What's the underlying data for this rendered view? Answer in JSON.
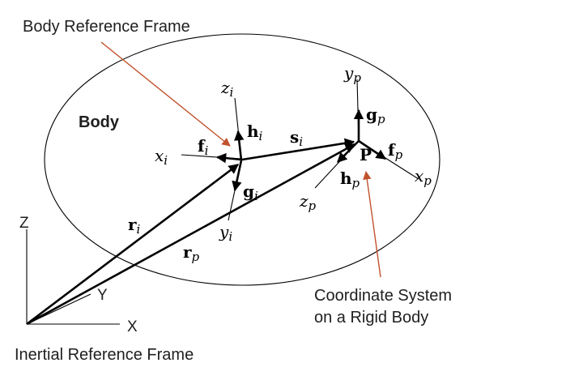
{
  "annotations": {
    "body_reference_frame": "Body Reference Frame",
    "body": "Body",
    "coordinate_system_line1": "Coordinate System",
    "coordinate_system_line2": "on a Rigid Body",
    "inertial_reference_frame": "Inertial Reference Frame"
  },
  "inertial_frame": {
    "z": "Z",
    "y": "Y",
    "x": "X"
  },
  "body_frame_i": {
    "z_axis": {
      "main": "z",
      "sub": "i"
    },
    "x_axis": {
      "main": "x",
      "sub": "i"
    },
    "y_axis": {
      "main": "y",
      "sub": "i"
    },
    "h_vector": {
      "main": "h",
      "sub": "i"
    },
    "f_vector": {
      "main": "f",
      "sub": "i"
    },
    "g_vector": {
      "main": "g",
      "sub": "i"
    }
  },
  "point_frame_p": {
    "point": "P",
    "y_axis": {
      "main": "y",
      "sub": "p"
    },
    "x_axis": {
      "main": "x",
      "sub": "p"
    },
    "z_axis": {
      "main": "z",
      "sub": "p"
    },
    "g_vector": {
      "main": "g",
      "sub": "p"
    },
    "f_vector": {
      "main": "f",
      "sub": "p"
    },
    "h_vector": {
      "main": "h",
      "sub": "p"
    }
  },
  "position_vectors": {
    "r_i": {
      "main": "r",
      "sub": "i"
    },
    "r_p": {
      "main": "r",
      "sub": "p"
    },
    "s_i": {
      "main": "s",
      "sub": "i"
    }
  },
  "colors": {
    "line": "#000000",
    "annotation_arrow": "#C0522D",
    "text": "#1F1F1F",
    "background": "#FFFFFF"
  }
}
